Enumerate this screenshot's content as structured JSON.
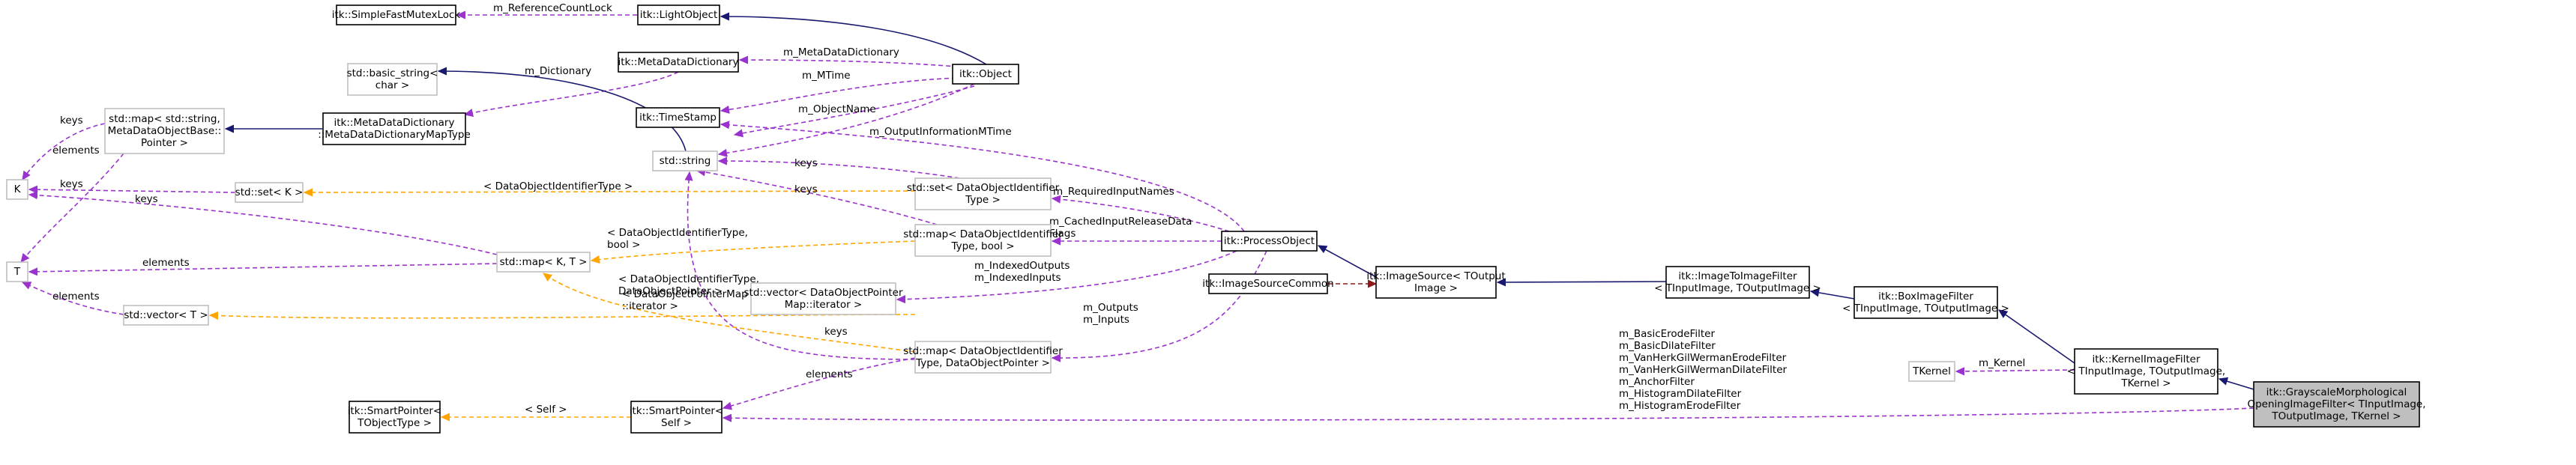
{
  "colors": {
    "inheritance": "#191970",
    "usage": "#9a32cd",
    "template": "#ffa500",
    "private": "#8b1a1a",
    "node_border_strong": "#000000",
    "node_border_faint": "#bfbfbf",
    "highlight_fill": "#bfbfbf"
  },
  "nodes": {
    "simplefastmutexlock": [
      "itk::SimpleFastMutexLock"
    ],
    "lightobject": [
      "itk::LightObject"
    ],
    "object": [
      "itk::Object"
    ],
    "basic_string": [
      "std::basic_string<",
      "char >"
    ],
    "metadatadictionary": [
      "itk::MetaDataDictionary"
    ],
    "map_string_mdobj": [
      "std::map< std::string,",
      "MetaDataObjectBase::",
      "Pointer >"
    ],
    "mdd_maptype": [
      "itk::MetaDataDictionary",
      "::MetaDataDictionaryMapType"
    ],
    "timestamp": [
      "itk::TimeStamp"
    ],
    "k": [
      "K"
    ],
    "string": [
      "std::string"
    ],
    "set_k": [
      "std::set< K >"
    ],
    "set_ident": [
      "std::set< DataObjectIdentifier",
      "Type >"
    ],
    "t": [
      "T"
    ],
    "map_k_t": [
      "std::map< K, T >"
    ],
    "map_ident_bool": [
      "std::map< DataObjectIdentifier",
      "Type, bool >"
    ],
    "processobject": [
      "itk::ProcessObject"
    ],
    "vector_t": [
      "std::vector< T >"
    ],
    "vector_dop": [
      "std::vector< DataObjectPointer",
      "Map::iterator >"
    ],
    "imagesourcecommon": [
      "itk::ImageSourceCommon"
    ],
    "imagesource": [
      "itk::ImageSource< TOutput",
      "Image >"
    ],
    "imagetoimagefilter": [
      "itk::ImageToImageFilter",
      "< TInputImage, TOutputImage >"
    ],
    "boximagefilter": [
      "itk::BoxImageFilter",
      "< TInputImage, TOutputImage >"
    ],
    "map_ident_dop": [
      "std::map< DataObjectIdentifier",
      "Type, DataObjectPointer >"
    ],
    "tkernel": [
      "TKernel"
    ],
    "kernelimagefilter": [
      "itk::KernelImageFilter",
      "< TInputImage, TOutputImage,",
      "TKernel >"
    ],
    "smartpointer_t": [
      "itk::SmartPointer<",
      "TObjectType >"
    ],
    "smartpointer_self": [
      "itk::SmartPointer<",
      "Self >"
    ],
    "grayscale": [
      "itk::GrayscaleMorphological",
      "OpeningImageFilter< TInputImage,",
      "TOutputImage, TKernel >"
    ]
  },
  "edge_labels": {
    "m_referencecountlock": [
      "m_ReferenceCountLock"
    ],
    "m_metadatadictionary": [
      "m_MetaDataDictionary"
    ],
    "m_dictionary": [
      "m_Dictionary"
    ],
    "m_mtime": [
      "m_MTime"
    ],
    "m_objectname": [
      "m_ObjectName"
    ],
    "m_outputinformationmtime": [
      "m_OutputInformationMTime"
    ],
    "keys_map_string": [
      "keys"
    ],
    "elements_map_string": [
      "elements"
    ],
    "keys_set_k": [
      "keys"
    ],
    "keys_map_k_t": [
      "keys"
    ],
    "elements_map_k_t": [
      "elements"
    ],
    "elements_vector_t": [
      "elements"
    ],
    "keys_set_ident": [
      "keys"
    ],
    "keys_map_ident_bool": [
      "keys"
    ],
    "keys_map_ident_dop": [
      "keys"
    ],
    "m_requiredinputnames": [
      "m_RequiredInputNames"
    ],
    "m_cachedinputreleasedataflags": [
      "m_CachedInputReleaseData",
      "Flags"
    ],
    "m_indexedoutputs": [
      "m_IndexedOutputs",
      "m_IndexedInputs"
    ],
    "m_outputs": [
      "m_Outputs",
      "m_Inputs"
    ],
    "tpl_set_ident": [
      "< DataObjectIdentifierType >"
    ],
    "tpl_map_ident_bool": [
      "< DataObjectIdentifierType,",
      "bool >"
    ],
    "tpl_map_ident_dop": [
      "< DataObjectIdentifierType,",
      "DataObjectPointer >"
    ],
    "tpl_vector_dop": [
      "< DataObjectPointerMap",
      "::iterator >"
    ],
    "elements_smartpointer": [
      "elements"
    ],
    "tpl_self": [
      "< Self >"
    ],
    "m_kernel": [
      "m_Kernel"
    ],
    "filters": [
      "m_BasicErodeFilter",
      "m_BasicDilateFilter",
      "m_VanHerkGilWermanErodeFilter",
      "m_VanHerkGilWermanDilateFilter",
      "m_AnchorFilter",
      "m_HistogramDilateFilter",
      "m_HistogramErodeFilter"
    ]
  }
}
